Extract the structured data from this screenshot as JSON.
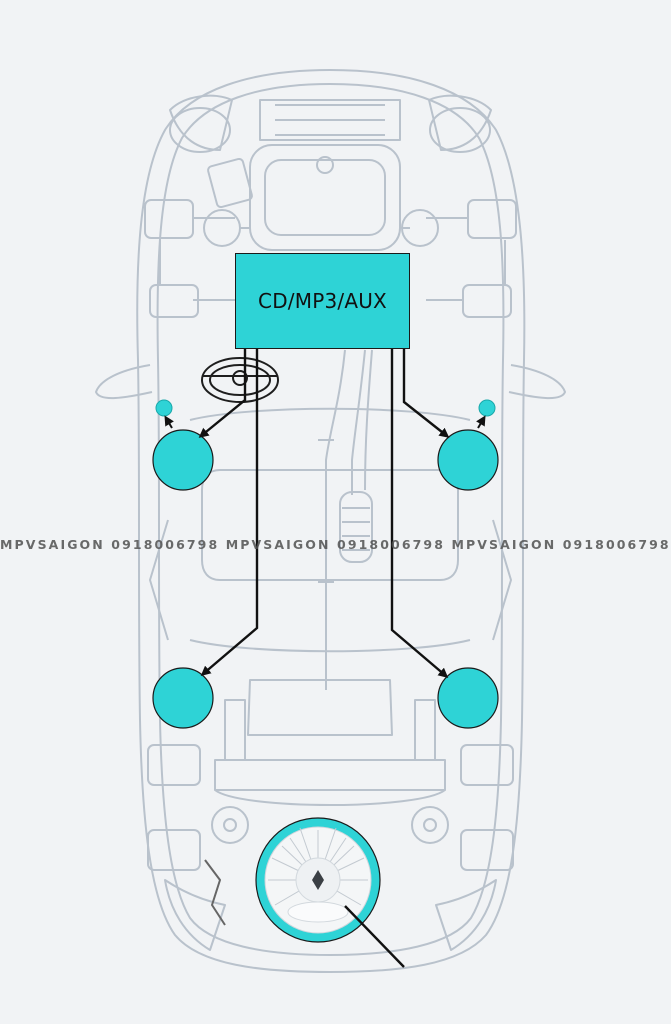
{
  "head_unit": {
    "label": "CD/MP3/AUX"
  },
  "watermark": {
    "text": "MPVSAIGON 0918006798  MPVSAIGON 0918006798 MPVSAIGON 0918006798"
  },
  "colors": {
    "background": "#f1f3f5",
    "accent": "#2ed3d6",
    "outline": "#b9c2cc",
    "wire": "#111111"
  },
  "components": {
    "speakers": [
      "front-left-speaker",
      "front-right-speaker",
      "rear-left-speaker",
      "rear-right-speaker"
    ],
    "tweeters": [
      "front-left-tweeter",
      "front-right-tweeter"
    ],
    "subwoofer": "subwoofer"
  }
}
